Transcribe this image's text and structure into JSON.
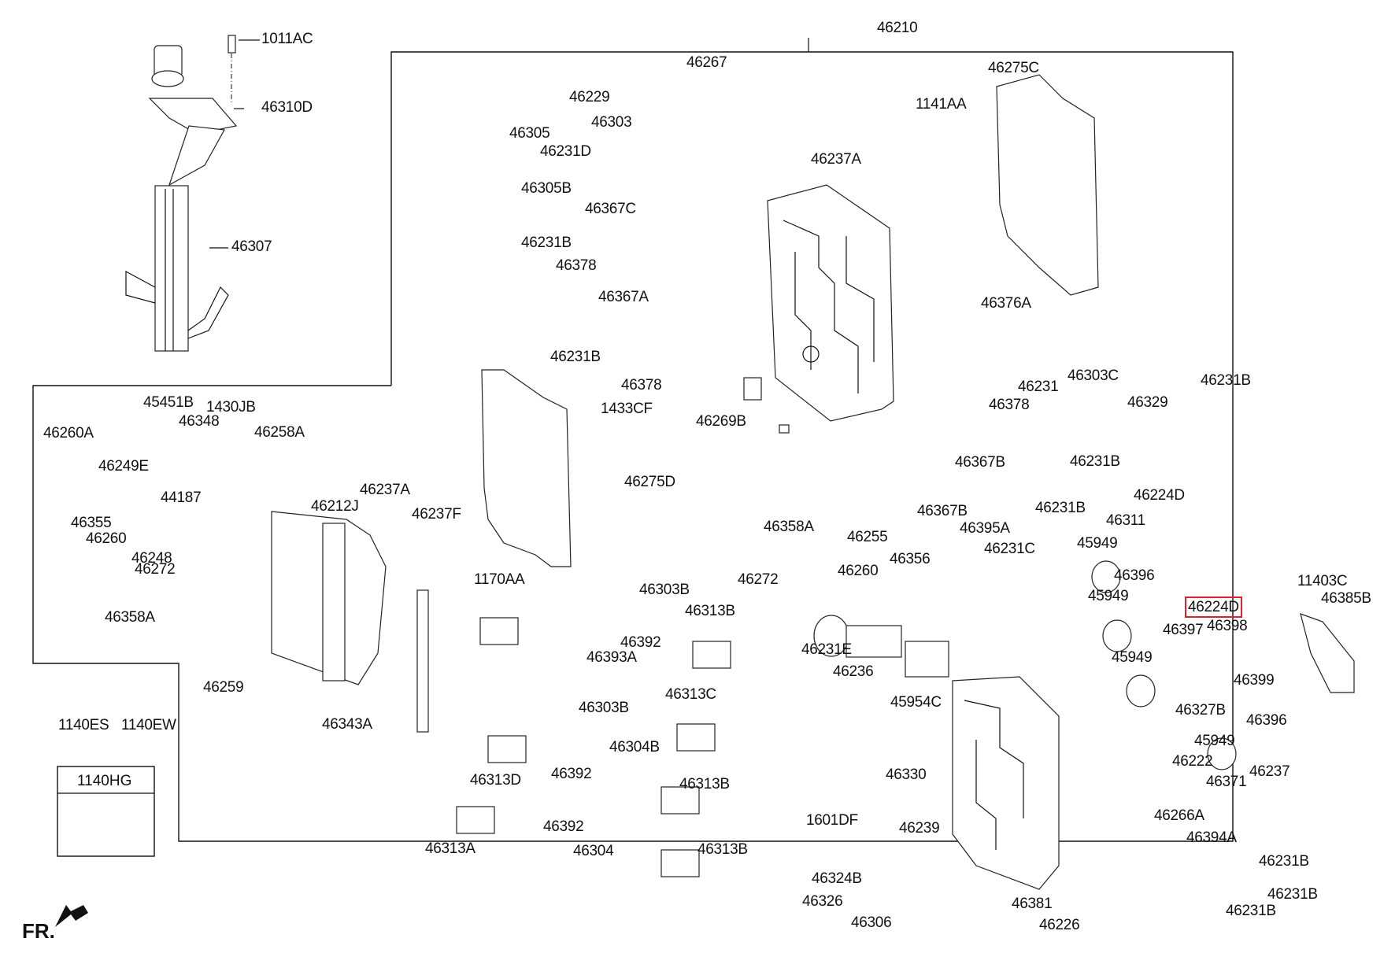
{
  "diagram": {
    "title": "Automatic transmission valve body assembly exploded view",
    "highlight_color": "#e0202a",
    "orientation_label": "FR.",
    "assembly_label": "46210",
    "inset_box_title": "1140HG",
    "highlighted_part": "46224D",
    "labels": [
      {
        "id": "l1",
        "text": "1011AC"
      },
      {
        "id": "l2",
        "text": "46310D"
      },
      {
        "id": "l3",
        "text": "46307"
      },
      {
        "id": "l4",
        "text": "46210"
      },
      {
        "id": "l5",
        "text": "46267"
      },
      {
        "id": "l6",
        "text": "46229"
      },
      {
        "id": "l7",
        "text": "46303"
      },
      {
        "id": "l8",
        "text": "46305"
      },
      {
        "id": "l9",
        "text": "46231D"
      },
      {
        "id": "l10",
        "text": "46305B"
      },
      {
        "id": "l11",
        "text": "46237A"
      },
      {
        "id": "l12",
        "text": "46367C"
      },
      {
        "id": "l13",
        "text": "46231B"
      },
      {
        "id": "l14",
        "text": "46378"
      },
      {
        "id": "l15",
        "text": "46275C"
      },
      {
        "id": "l16",
        "text": "1141AA"
      },
      {
        "id": "l17",
        "text": "46367A"
      },
      {
        "id": "l18",
        "text": "46231B"
      },
      {
        "id": "l19",
        "text": "46378"
      },
      {
        "id": "l20",
        "text": "46376A"
      },
      {
        "id": "l21",
        "text": "46231"
      },
      {
        "id": "l22",
        "text": "46303C"
      },
      {
        "id": "l23",
        "text": "46329"
      },
      {
        "id": "l24",
        "text": "46231B"
      },
      {
        "id": "l25",
        "text": "46269B"
      },
      {
        "id": "l26",
        "text": "1433CF"
      },
      {
        "id": "l27",
        "text": "46275D"
      },
      {
        "id": "l28",
        "text": "46378"
      },
      {
        "id": "l29",
        "text": "46367B"
      },
      {
        "id": "l30",
        "text": "46231B"
      },
      {
        "id": "l31",
        "text": "46367B"
      },
      {
        "id": "l32",
        "text": "46395A"
      },
      {
        "id": "l33",
        "text": "46231B"
      },
      {
        "id": "l34",
        "text": "46255"
      },
      {
        "id": "l35",
        "text": "46356"
      },
      {
        "id": "l36",
        "text": "46231C"
      },
      {
        "id": "l37",
        "text": "46358A"
      },
      {
        "id": "l38",
        "text": "46272"
      },
      {
        "id": "l39",
        "text": "46260"
      },
      {
        "id": "l40",
        "text": "45451B"
      },
      {
        "id": "l41",
        "text": "1430JB"
      },
      {
        "id": "l42",
        "text": "46348"
      },
      {
        "id": "l43",
        "text": "46260A"
      },
      {
        "id": "l44",
        "text": "46258A"
      },
      {
        "id": "l45",
        "text": "46249E"
      },
      {
        "id": "l46",
        "text": "44187"
      },
      {
        "id": "l47",
        "text": "46355"
      },
      {
        "id": "l48",
        "text": "46260"
      },
      {
        "id": "l49",
        "text": "46248"
      },
      {
        "id": "l50",
        "text": "46272"
      },
      {
        "id": "l51",
        "text": "46358A"
      },
      {
        "id": "l52",
        "text": "46237A"
      },
      {
        "id": "l53",
        "text": "46212J"
      },
      {
        "id": "l54",
        "text": "46237F"
      },
      {
        "id": "l55",
        "text": "1170AA"
      },
      {
        "id": "l56",
        "text": "46259"
      },
      {
        "id": "l57",
        "text": "1140ES"
      },
      {
        "id": "l58",
        "text": "1140EW"
      },
      {
        "id": "l59",
        "text": "46343A"
      },
      {
        "id": "l60",
        "text": "46303B"
      },
      {
        "id": "l61",
        "text": "46313B"
      },
      {
        "id": "l62",
        "text": "46392"
      },
      {
        "id": "l63",
        "text": "46393A"
      },
      {
        "id": "l64",
        "text": "46313C"
      },
      {
        "id": "l65",
        "text": "46303B"
      },
      {
        "id": "l66",
        "text": "46304B"
      },
      {
        "id": "l67",
        "text": "46313D"
      },
      {
        "id": "l68",
        "text": "46392"
      },
      {
        "id": "l69",
        "text": "46313B"
      },
      {
        "id": "l70",
        "text": "46392"
      },
      {
        "id": "l71",
        "text": "46304"
      },
      {
        "id": "l72",
        "text": "46313A"
      },
      {
        "id": "l73",
        "text": "46313B"
      },
      {
        "id": "l74",
        "text": "46231E"
      },
      {
        "id": "l75",
        "text": "46236"
      },
      {
        "id": "l76",
        "text": "45954C"
      },
      {
        "id": "l77",
        "text": "45949"
      },
      {
        "id": "l78",
        "text": "46311"
      },
      {
        "id": "l79",
        "text": "46224D"
      },
      {
        "id": "l80",
        "text": "46396"
      },
      {
        "id": "l81",
        "text": "45949"
      },
      {
        "id": "l82",
        "text": "46224D"
      },
      {
        "id": "l83",
        "text": "46397"
      },
      {
        "id": "l84",
        "text": "46398"
      },
      {
        "id": "l85",
        "text": "45949"
      },
      {
        "id": "l86",
        "text": "46399"
      },
      {
        "id": "l87",
        "text": "11403C"
      },
      {
        "id": "l88",
        "text": "46385B"
      },
      {
        "id": "l89",
        "text": "46327B"
      },
      {
        "id": "l90",
        "text": "46396"
      },
      {
        "id": "l91",
        "text": "45949"
      },
      {
        "id": "l92",
        "text": "46222"
      },
      {
        "id": "l93",
        "text": "46237"
      },
      {
        "id": "l94",
        "text": "46371"
      },
      {
        "id": "l95",
        "text": "46330"
      },
      {
        "id": "l96",
        "text": "1601DF"
      },
      {
        "id": "l97",
        "text": "46239"
      },
      {
        "id": "l98",
        "text": "46266A"
      },
      {
        "id": "l99",
        "text": "46394A"
      },
      {
        "id": "l100",
        "text": "46231B"
      },
      {
        "id": "l101",
        "text": "46324B"
      },
      {
        "id": "l102",
        "text": "46326"
      },
      {
        "id": "l103",
        "text": "46306"
      },
      {
        "id": "l104",
        "text": "46381"
      },
      {
        "id": "l105",
        "text": "46226"
      },
      {
        "id": "l106",
        "text": "46231B"
      },
      {
        "id": "l107",
        "text": "46231B"
      }
    ]
  }
}
